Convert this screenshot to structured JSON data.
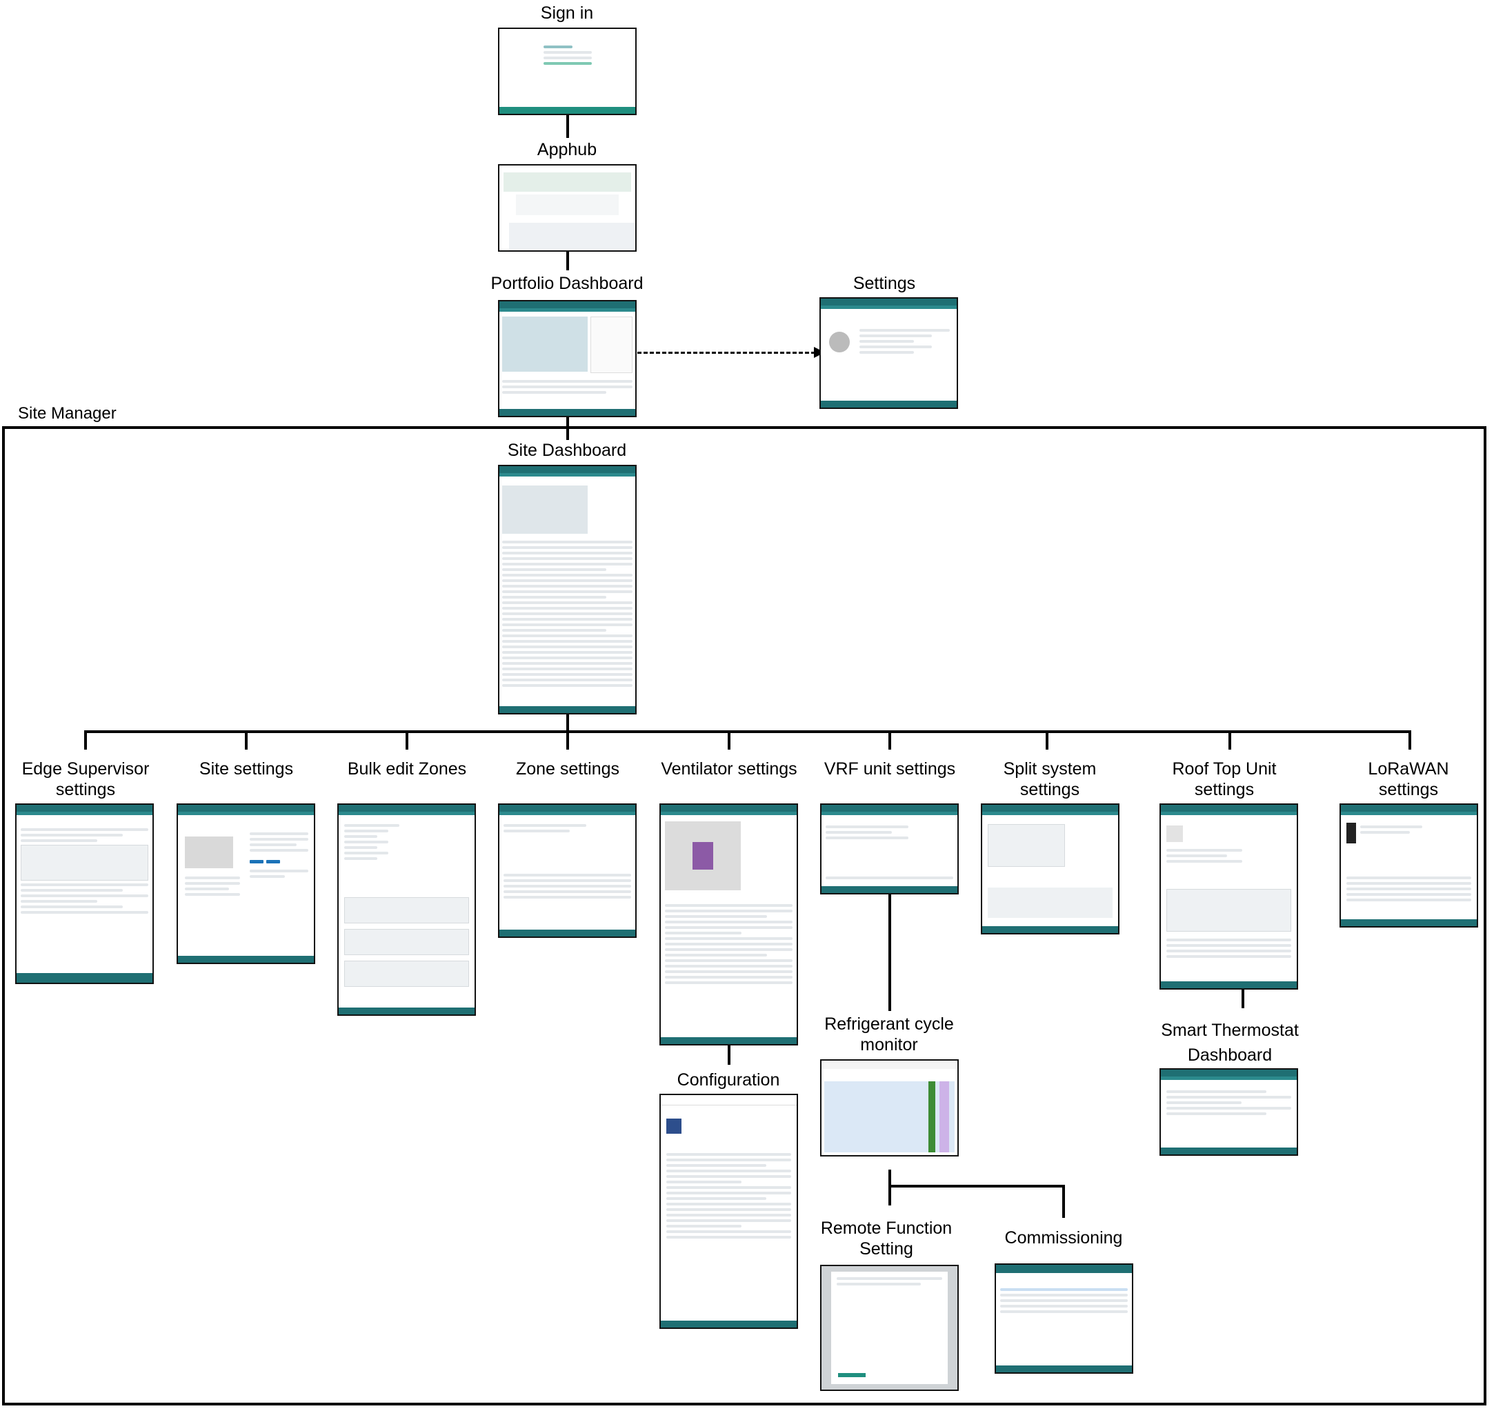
{
  "diagram": {
    "section_label": "Site Manager",
    "nodes": {
      "sign_in": "Sign in",
      "apphub": "Apphub",
      "portfolio_dashboard": "Portfolio Dashboard",
      "settings": "Settings",
      "site_dashboard": "Site Dashboard",
      "edge_supervisor": "Edge Supervisor\nsettings",
      "site_settings": "Site settings",
      "bulk_edit_zones": "Bulk edit Zones",
      "zone_settings": "Zone settings",
      "ventilator_settings": "Ventilator settings",
      "vrf_unit_settings": "VRF unit settings",
      "split_system_settings": "Split system\nsettings",
      "roof_top_unit_settings": "Roof Top Unit\nsettings",
      "lorawan_settings": "LoRaWAN\nsettings",
      "configuration": "Configuration",
      "refrigerant_cycle_monitor": "Refrigerant cycle\nmonitor",
      "smart_thermostat_dashboard": "Smart Thermostat\nDashboard",
      "remote_function_setting": "Remote Function\nSetting",
      "commissioning": "Commissioning"
    }
  }
}
